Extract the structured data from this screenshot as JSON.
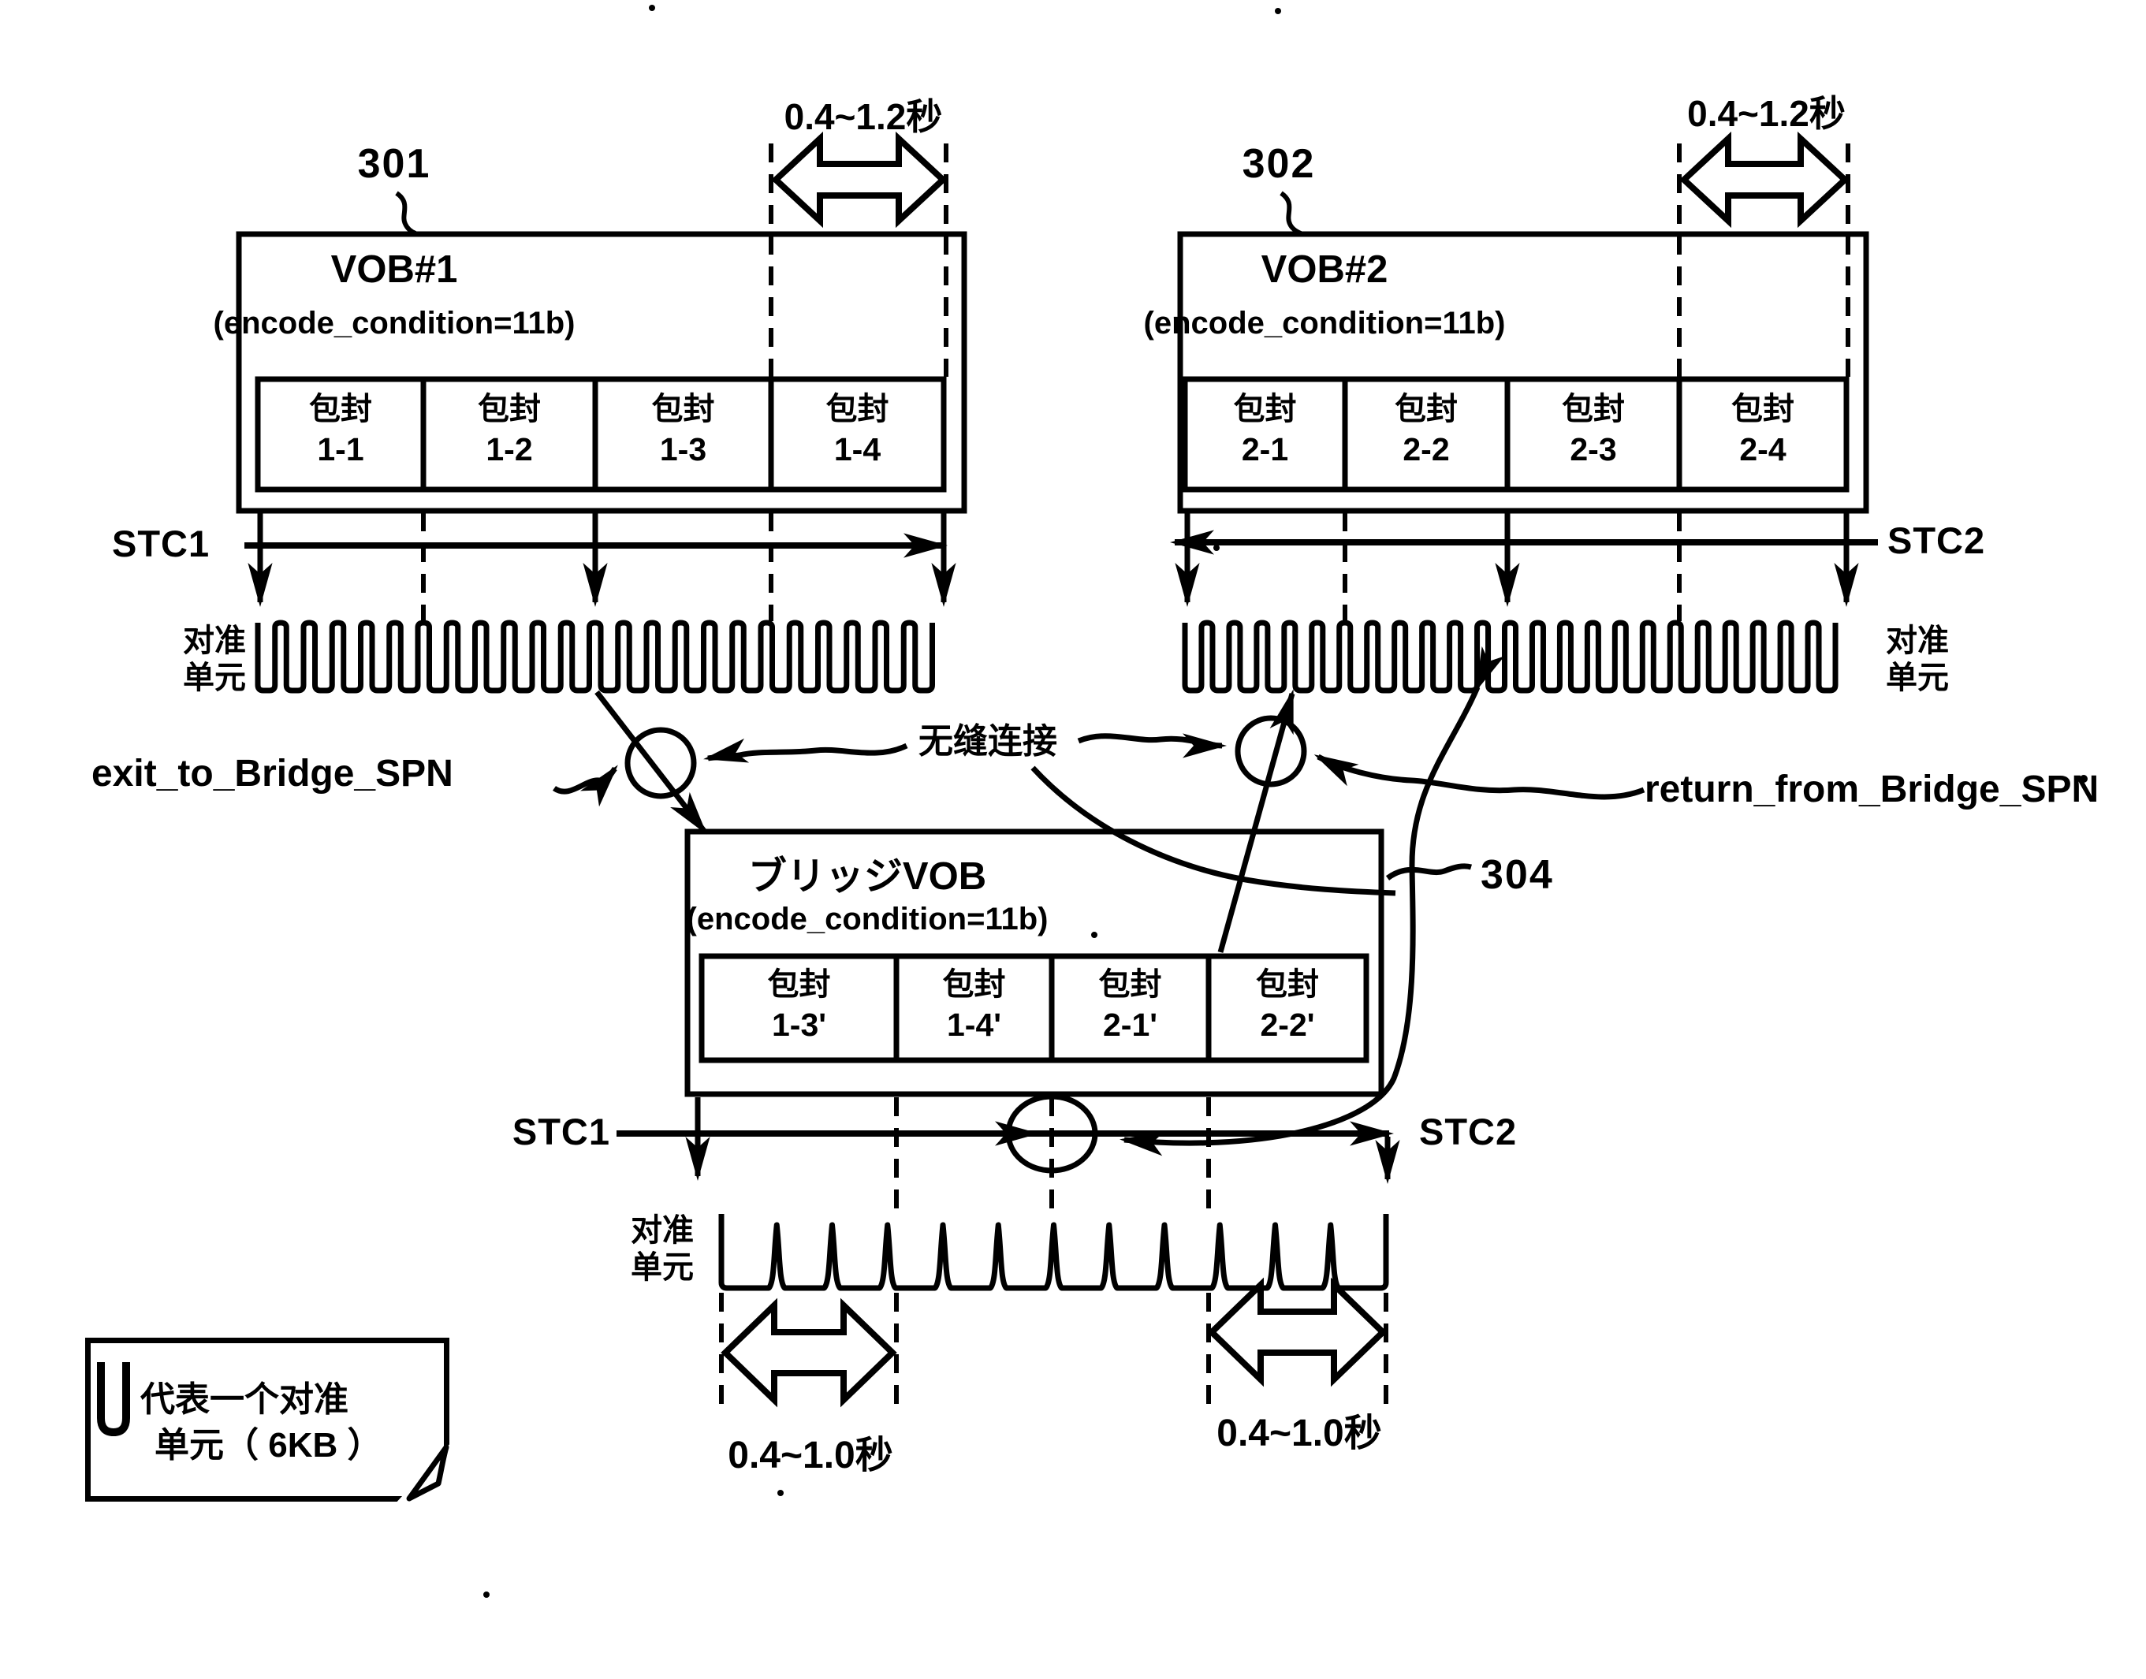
{
  "colors": {
    "ink": "#000000",
    "paper": "#ffffff"
  },
  "refs": {
    "vob1": "301",
    "vob2": "302",
    "bridge": "304"
  },
  "vob1": {
    "title": "VOB#1",
    "condition": "(encode_condition=11b)",
    "packets": [
      {
        "label": "包封",
        "id": "1-1"
      },
      {
        "label": "包封",
        "id": "1-2"
      },
      {
        "label": "包封",
        "id": "1-3"
      },
      {
        "label": "包封",
        "id": "1-4"
      }
    ]
  },
  "vob2": {
    "title": "VOB#2",
    "condition": "(encode_condition=11b)",
    "packets": [
      {
        "label": "包封",
        "id": "2-1"
      },
      {
        "label": "包封",
        "id": "2-2"
      },
      {
        "label": "包封",
        "id": "2-3"
      },
      {
        "label": "包封",
        "id": "2-4"
      }
    ]
  },
  "bridge": {
    "title": "ブリッジVOB",
    "condition": "(encode_condition=11b)",
    "packets": [
      {
        "label": "包封",
        "id": "1-3'"
      },
      {
        "label": "包封",
        "id": "1-4'"
      },
      {
        "label": "包封",
        "id": "2-1'"
      },
      {
        "label": "包封",
        "id": "2-2'"
      }
    ]
  },
  "axes": {
    "stc1": "STC1",
    "stc2": "STC2"
  },
  "align_unit": {
    "line1": "对准",
    "line2": "单元"
  },
  "annotations": {
    "exit": "exit_to_Bridge_SPN",
    "return": "return_from_Bridge_SPN",
    "seamless": "无缝连接"
  },
  "durations": {
    "top_left": "0.4~1.2秒",
    "top_right": "0.4~1.2秒",
    "bottom_left": "0.4~1.0秒",
    "bottom_right": "0.4~1.0秒"
  },
  "legend": {
    "line1": "代表一个对准",
    "line2": "单元（ 6KB ）"
  }
}
